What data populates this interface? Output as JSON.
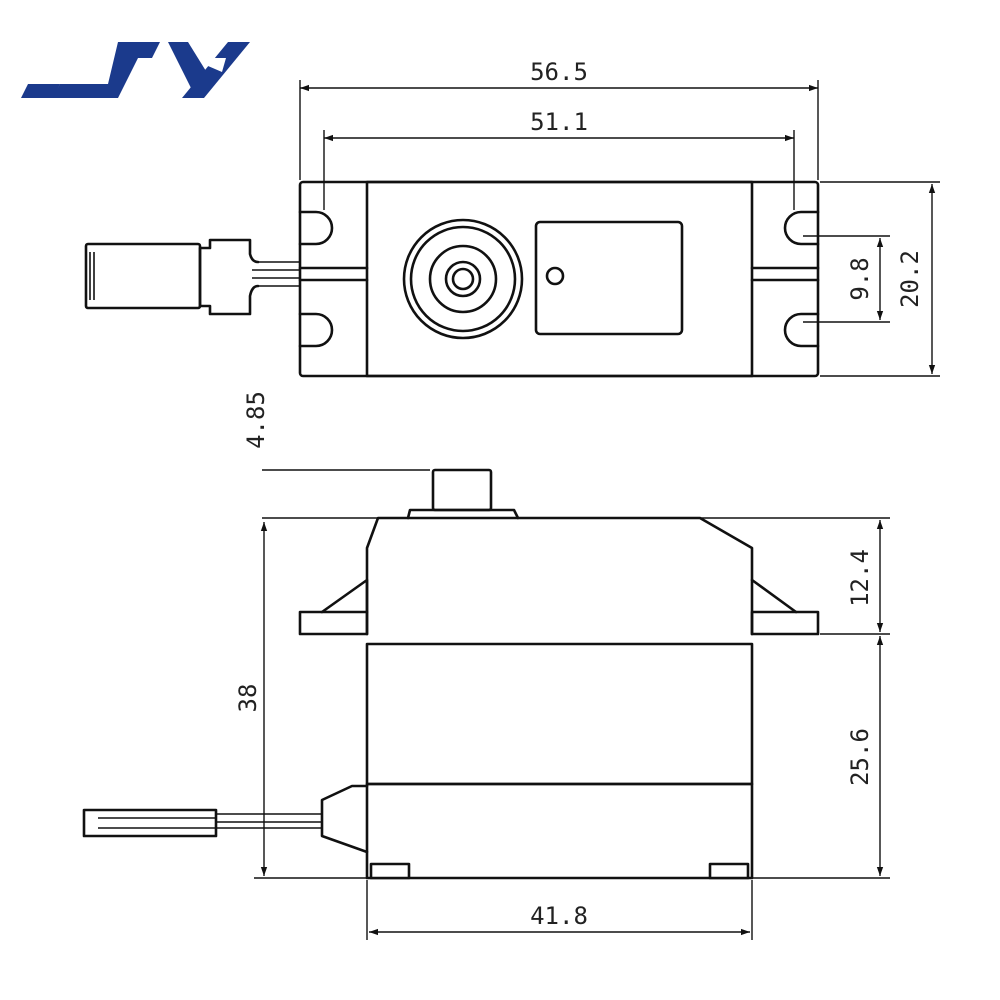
{
  "logo": {
    "text": "JX",
    "color": "#1b3a8c"
  },
  "colors": {
    "line": "#111111",
    "text": "#222222",
    "background": "#ffffff"
  },
  "dimensions": {
    "overall_length": "56.5",
    "mount_hole_spacing": "51.1",
    "body_width": "20.2",
    "slot_spacing": "9.8",
    "spline_height": "4.85",
    "top_to_flange": "12.4",
    "total_height": "38",
    "flange_to_bottom": "25.6",
    "body_length": "41.8"
  }
}
